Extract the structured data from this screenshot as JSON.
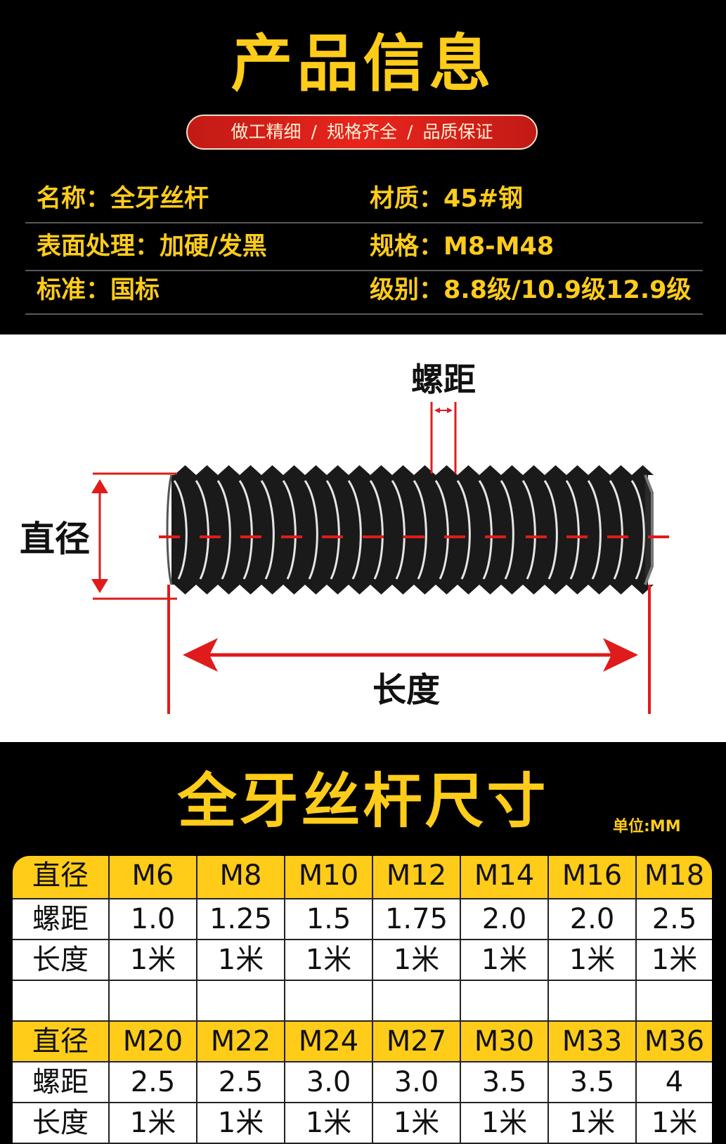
{
  "header": {
    "title": "产品信息",
    "pill": [
      "做工精细",
      "/",
      "规格齐全",
      "/",
      "品质保证"
    ]
  },
  "specs": [
    {
      "left": "名称：全牙丝杆",
      "right": "材质：45#钢"
    },
    {
      "left": "表面处理：加硬/发黑",
      "right": "规格：M8-M48"
    },
    {
      "left": "标准：国标",
      "right": "级别：8.8级/10.9级12.9级"
    }
  ],
  "diagram": {
    "pitch_label": "螺距",
    "diameter_label": "直径",
    "length_label": "长度",
    "accent_color": "#e01b1b"
  },
  "size_section": {
    "title": "全牙丝杆尺寸",
    "unit": "单位:MM"
  },
  "table": {
    "row_labels": [
      "直径",
      "螺距",
      "长度"
    ],
    "block1": {
      "diameter": [
        "M6",
        "M8",
        "M10",
        "M12",
        "M14",
        "M16",
        "M18"
      ],
      "pitch": [
        "1.0",
        "1.25",
        "1.5",
        "1.75",
        "2.0",
        "2.0",
        "2.5"
      ],
      "length": [
        "1米",
        "1米",
        "1米",
        "1米",
        "1米",
        "1米",
        "1米"
      ]
    },
    "block2": {
      "diameter": [
        "M20",
        "M22",
        "M24",
        "M27",
        "M30",
        "M33",
        "M36"
      ],
      "pitch": [
        "2.5",
        "2.5",
        "3.0",
        "3.0",
        "3.5",
        "3.5",
        "4"
      ],
      "length": [
        "1米",
        "1米",
        "1米",
        "1米",
        "1米",
        "1米",
        "1米"
      ]
    }
  },
  "colors": {
    "gold": "#ffcc1a",
    "red": "#e01b1b",
    "black": "#000000"
  }
}
